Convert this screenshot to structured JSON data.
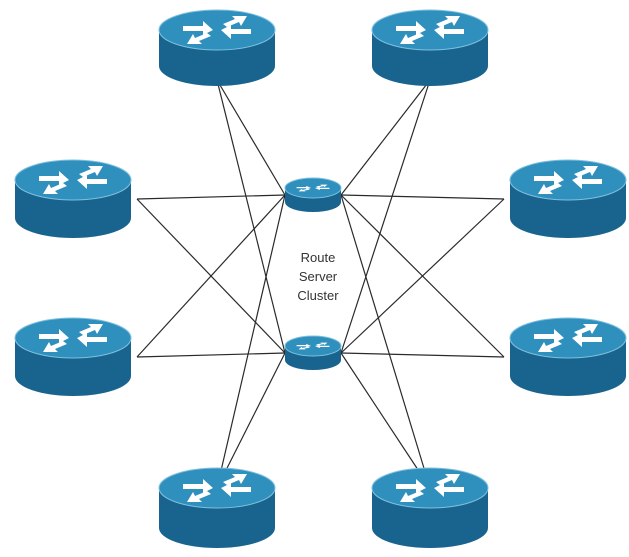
{
  "diagram": {
    "cluster_label": [
      "Route",
      "Server",
      "Cluster"
    ],
    "nodes": [
      {
        "id": "router-top-left",
        "role": "router"
      },
      {
        "id": "router-top-right",
        "role": "router"
      },
      {
        "id": "router-mid-upper-left",
        "role": "router"
      },
      {
        "id": "router-mid-upper-right",
        "role": "router"
      },
      {
        "id": "router-mid-lower-left",
        "role": "router"
      },
      {
        "id": "router-mid-lower-right",
        "role": "router"
      },
      {
        "id": "router-bottom-left",
        "role": "router"
      },
      {
        "id": "router-bottom-right",
        "role": "router"
      },
      {
        "id": "route-server-upper",
        "role": "route-server"
      },
      {
        "id": "route-server-lower",
        "role": "route-server"
      }
    ],
    "edges": [
      [
        "router-top-left",
        "route-server-upper"
      ],
      [
        "router-top-left",
        "route-server-lower"
      ],
      [
        "router-top-right",
        "route-server-upper"
      ],
      [
        "router-top-right",
        "route-server-lower"
      ],
      [
        "router-mid-upper-left",
        "route-server-upper"
      ],
      [
        "router-mid-upper-left",
        "route-server-lower"
      ],
      [
        "router-mid-upper-right",
        "route-server-upper"
      ],
      [
        "router-mid-upper-right",
        "route-server-lower"
      ],
      [
        "router-mid-lower-left",
        "route-server-upper"
      ],
      [
        "router-mid-lower-left",
        "route-server-lower"
      ],
      [
        "router-mid-lower-right",
        "route-server-upper"
      ],
      [
        "router-mid-lower-right",
        "route-server-lower"
      ],
      [
        "router-bottom-left",
        "route-server-upper"
      ],
      [
        "router-bottom-left",
        "route-server-lower"
      ],
      [
        "router-bottom-right",
        "route-server-upper"
      ],
      [
        "router-bottom-right",
        "route-server-lower"
      ]
    ],
    "colors": {
      "router_body": "#19648f",
      "router_top": "#2f8fbd",
      "link": "#2a2a2a",
      "label": "#333333"
    }
  }
}
